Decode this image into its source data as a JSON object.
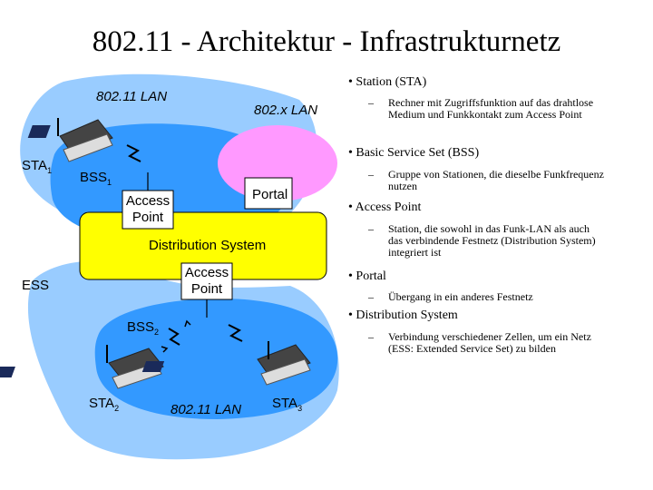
{
  "title": "802.11 - Architektur - Infrastrukturnetz",
  "diagram": {
    "lan1_label": "802.11 LAN",
    "lanx_label": "802.x LAN",
    "sta1": {
      "base": "STA",
      "sub": "1"
    },
    "bss1": {
      "base": "BSS",
      "sub": "1"
    },
    "access_point_1": "Access Point",
    "portal": "Portal",
    "distribution_system": "Distribution System",
    "ess": "ESS",
    "access_point_2": "Access Point",
    "bss2": {
      "base": "BSS",
      "sub": "2"
    },
    "sta2": {
      "base": "STA",
      "sub": "2"
    },
    "lan2_label": "802.11 LAN",
    "sta3": {
      "base": "STA",
      "sub": "3"
    },
    "colors": {
      "cell": "#99ccff",
      "bss_cell": "#3399ff",
      "lanx": "#ff99ff",
      "distribution": "#ffff00"
    }
  },
  "bullets": [
    {
      "bullet": "•",
      "heading": "Station (STA)",
      "dash": "–",
      "text": "Rechner mit Zugriffsfunktion auf das drahtlose Medium und Funkkontakt zum Access Point"
    },
    {
      "bullet": "•",
      "heading": "Basic Service Set (BSS)",
      "dash": "–",
      "text": "Gruppe von Stationen, die dieselbe Funkfrequenz nutzen"
    },
    {
      "bullet": "•",
      "heading": "Access Point",
      "dash": "–",
      "text": "Station, die sowohl in das Funk-LAN als auch das verbindende Festnetz (Distribution System) integriert ist"
    },
    {
      "bullet": "•",
      "heading": "Portal",
      "dash": "–",
      "text": "Übergang in ein anderes Festnetz"
    },
    {
      "bullet": "•",
      "heading": "Distribution System",
      "dash": "–",
      "text": "Verbindung verschiedener Zellen, um ein Netz (ESS: Extended Service Set) zu bilden"
    }
  ]
}
